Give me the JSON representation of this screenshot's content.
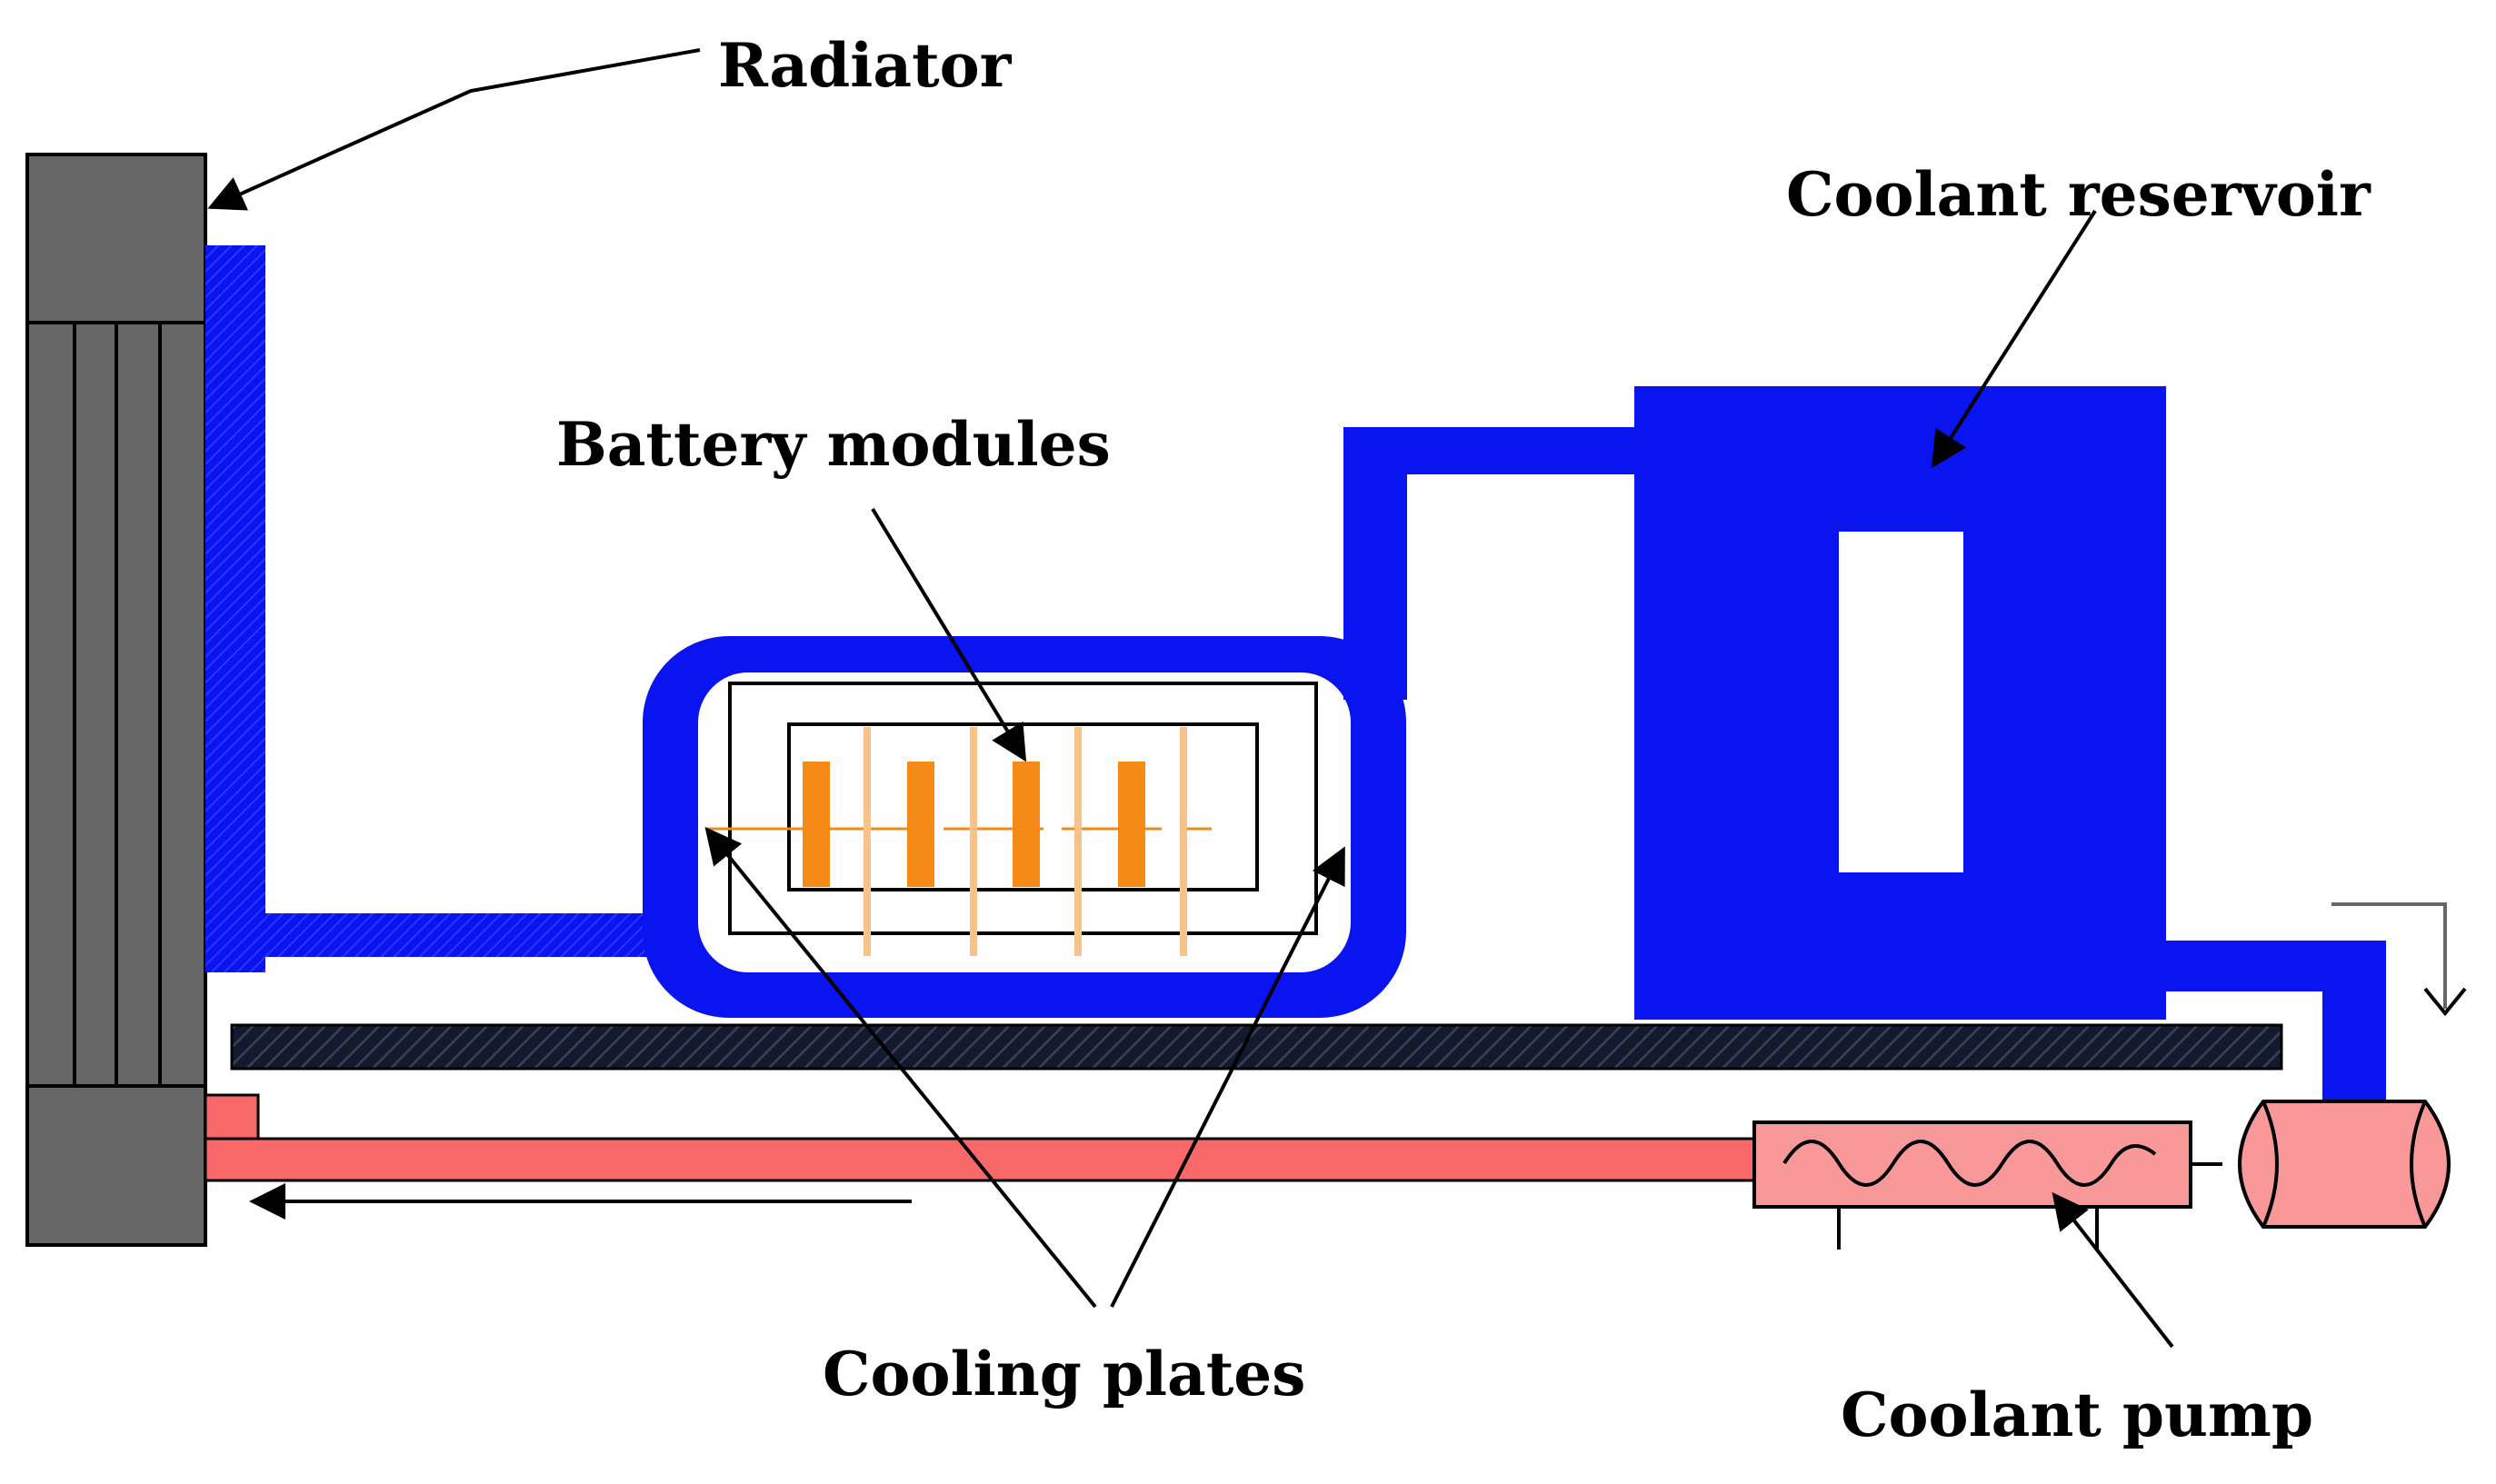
{
  "labels": {
    "radiator": "Radiator",
    "coolant_reservoir": "Coolant reservoir",
    "battery_modules": "Battery modules",
    "cooling_plates": "Cooling plates",
    "coolant_pump": "Coolant pump"
  },
  "colors": {
    "cold_coolant": "#0a14f0",
    "hot_coolant": "#f86868",
    "radiator": "#666666",
    "battery_cell": "#f68a16",
    "battery_fin": "#f9c28a",
    "base_plate": "#141a2e",
    "pump_body": "#f89898"
  }
}
